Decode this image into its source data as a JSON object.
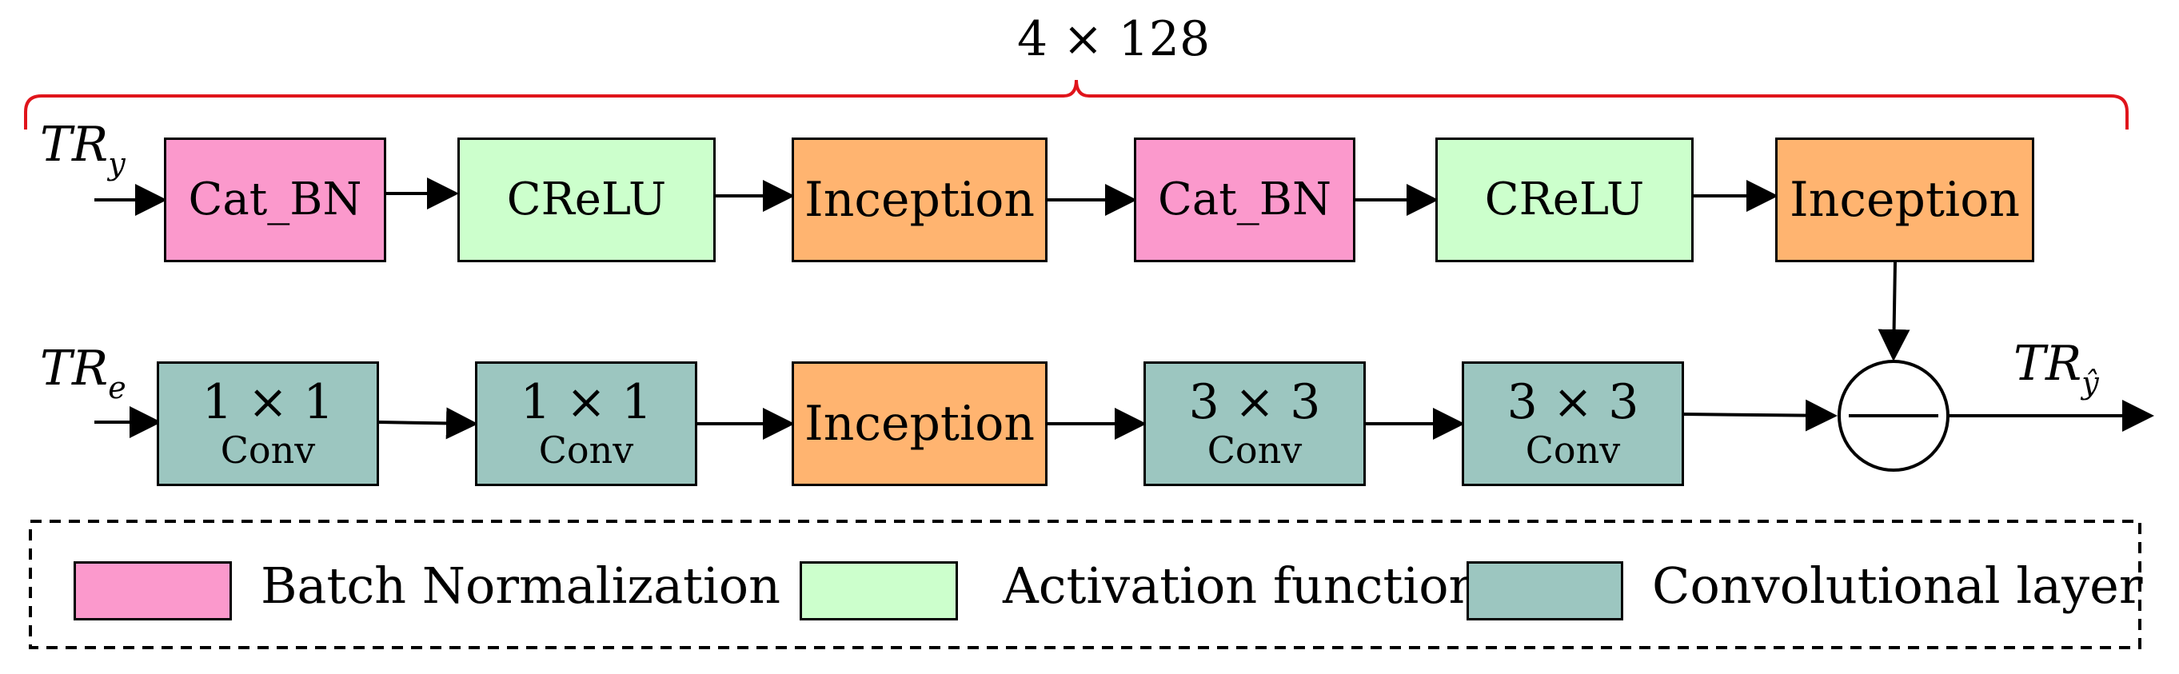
{
  "top_brace": {
    "label": "4 × 128",
    "color": "#e0141b"
  },
  "rows": {
    "top": {
      "input_base": "TR",
      "input_sub": "y",
      "blocks": [
        {
          "type": "bn",
          "lines": [
            "Cat_BN"
          ]
        },
        {
          "type": "act",
          "lines": [
            "CReLU"
          ]
        },
        {
          "type": "inc",
          "lines": [
            "Inception"
          ]
        },
        {
          "type": "bn",
          "lines": [
            "Cat_BN"
          ]
        },
        {
          "type": "act",
          "lines": [
            "CReLU"
          ]
        },
        {
          "type": "inc",
          "lines": [
            "Inception"
          ]
        }
      ]
    },
    "bottom": {
      "input_base": "TR",
      "input_sub": "e",
      "blocks": [
        {
          "type": "conv",
          "lines": [
            "1 × 1",
            "Conv"
          ]
        },
        {
          "type": "conv",
          "lines": [
            "1 × 1",
            "Conv"
          ]
        },
        {
          "type": "inc",
          "lines": [
            "Inception"
          ]
        },
        {
          "type": "conv",
          "lines": [
            "3 × 3",
            "Conv"
          ]
        },
        {
          "type": "conv",
          "lines": [
            "3 × 3",
            "Conv"
          ]
        }
      ]
    }
  },
  "output": {
    "base": "TR",
    "sub": "ŷ",
    "operator": "−"
  },
  "legend": [
    {
      "type": "bn",
      "label": "Batch Normalization"
    },
    {
      "type": "act",
      "label": "Activation function"
    },
    {
      "type": "conv",
      "label": "Convolutional layer"
    }
  ],
  "colors": {
    "bn": "#fb99cc",
    "act": "#ccffcc",
    "inc": "#ffb470",
    "conv": "#9cc6c0",
    "brace": "#e0141b"
  }
}
